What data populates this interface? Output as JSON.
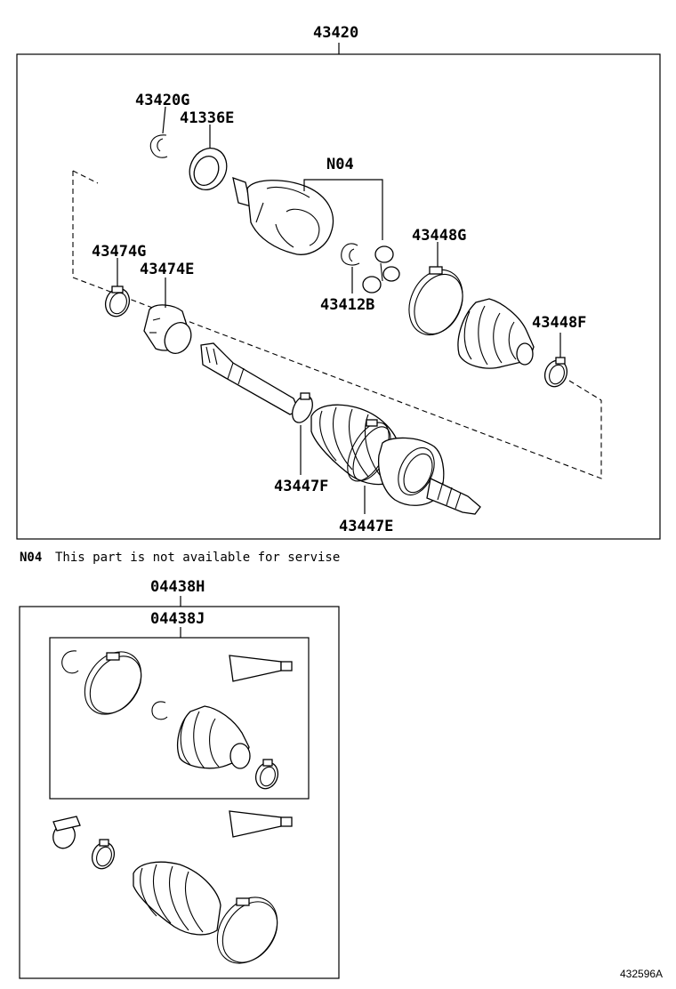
{
  "labels": {
    "assembly": "43420",
    "p43420g": "43420G",
    "p41336e": "41336E",
    "n04": "N04",
    "p43448g": "43448G",
    "p43474g": "43474G",
    "p43474e": "43474E",
    "p43412b": "43412B",
    "p43448f": "43448F",
    "p43447f": "43447F",
    "p43447e": "43447E",
    "kit_outer": "04438H",
    "kit_inner": "04438J"
  },
  "note": {
    "code": "N04",
    "text": "This part is not available for servise"
  },
  "reference": "432596A"
}
